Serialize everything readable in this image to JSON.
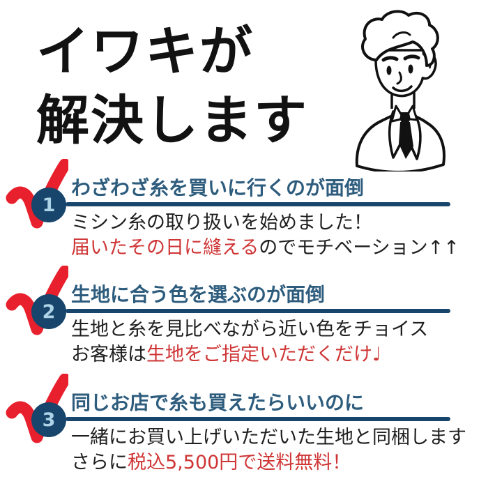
{
  "page": {
    "title_line1": "イワキが",
    "title_line2": "解決します"
  },
  "illustration": {
    "name": "consultant-man",
    "description": "line-art man in white jacket with black tie"
  },
  "colors": {
    "background": "#ffffff",
    "title_text": "#121212",
    "heading_blue": "#2d5c7d",
    "navy": "#17456b",
    "badge_number_light_blue": "#aed3e6",
    "check_red": "#e8202d",
    "emphasis_red": "#cf3535",
    "body_text": "#1f1f1f"
  },
  "items": [
    {
      "number": "1",
      "heading": "わざわざ糸を買いに行くのが面倒",
      "line1": "ミシン糸の取り扱いを始めました！",
      "line2_prefix": "",
      "line2_emphasis": "届いたその日に縫える",
      "line2_suffix": "のでモチベーション↑↑"
    },
    {
      "number": "2",
      "heading": "生地に合う色を選ぶのが面倒",
      "line1": "生地と糸を見比べながら近い色をチョイス",
      "line2_prefix": "お客様は",
      "line2_emphasis": "生地をご指定いただくだけ♩",
      "line2_suffix": ""
    },
    {
      "number": "3",
      "heading": "同じお店で糸も買えたらいいのに",
      "line1": "一緒にお買い上げいただいた生地と同梱します",
      "line2_prefix": "さらに",
      "line2_emphasis": "税込5,500円で送料無料！",
      "line2_suffix": ""
    }
  ]
}
